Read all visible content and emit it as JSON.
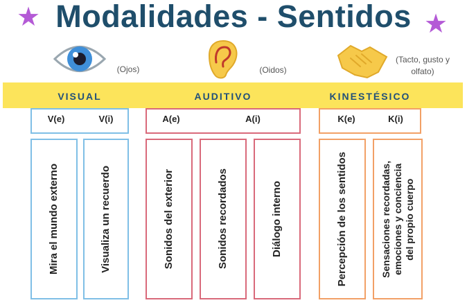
{
  "title": "Modalidades - Sentidos",
  "icons": {
    "visual": "eye-icon",
    "auditivo": "ear-icon",
    "kinestesico": "handshake-icon",
    "decor": "star-icon"
  },
  "captions": {
    "visual": "(Ojos)",
    "auditivo": "(Oidos)",
    "kinestesico": "(Tacto, gusto y\nolfato)"
  },
  "modalities": {
    "visual": "VISUAL",
    "auditivo": "AUDITIVO",
    "kinestesico": "KINESTÉSICO"
  },
  "sublabels": {
    "ve": "V(e)",
    "vi": "V(i)",
    "ae": "A(e)",
    "ai": "A(i)",
    "ke": "K(e)",
    "ki": "K(i)"
  },
  "descriptions": {
    "visual_externo": "Mira el mundo externo",
    "visual_interno": "Visualiza un recuerdo",
    "auditivo_exterior": "Sonidos del exterior",
    "auditivo_recordados": "Sonidos recordados",
    "auditivo_dialogo": "Diálogo interno",
    "kinestesico_percepcion": "Percepción de los sentidos",
    "kinestesico_sensaciones": "Sensaciones recordadas,\nemociones y conciencia\ndel propio cuerpo"
  },
  "colors": {
    "title": "#1f4e6b",
    "band": "#fce45b",
    "visual": "#7fbfe6",
    "auditivo": "#d9697a",
    "kinestesico": "#f2a066",
    "star": "#b45ad6"
  }
}
